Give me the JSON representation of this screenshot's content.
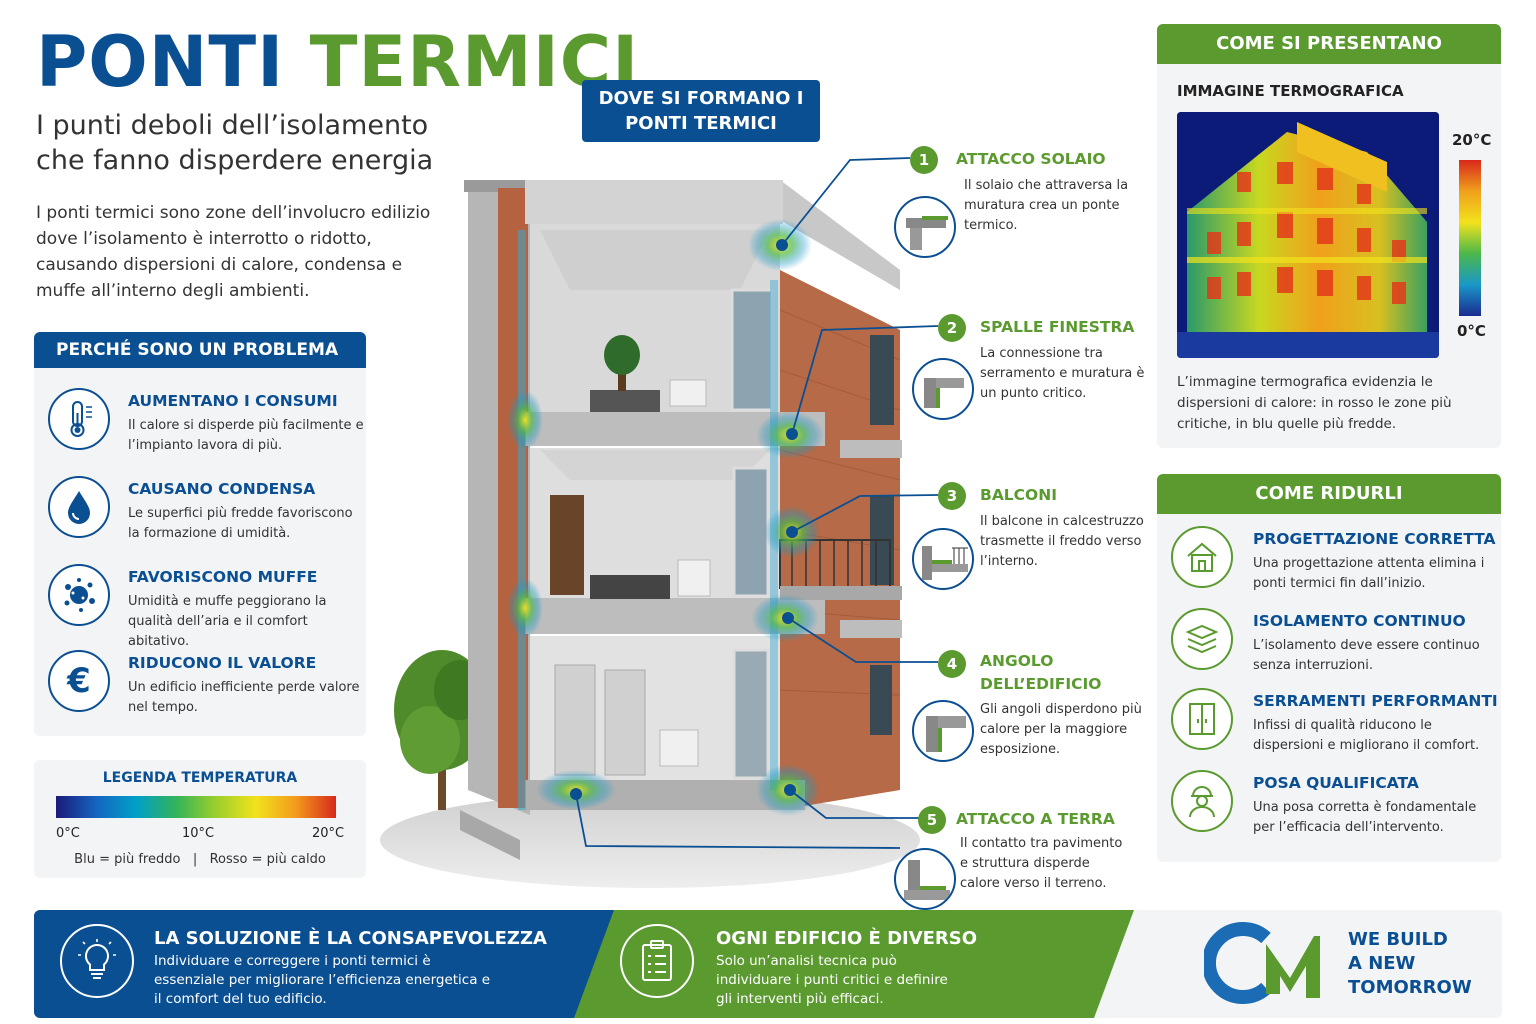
{
  "header": {
    "title_part1": "PONTI",
    "title_part2": "TERMICI",
    "subtitle": "I punti deboli dell’isolamento che fanno disperdere energia",
    "intro": "I ponti termici sono zone dell’involucro edilizio dove l’isolamento è interrotto o ridotto, causando dispersioni di calore, condensa e muffe all’interno degli ambienti."
  },
  "problems": {
    "heading": "PERCHÉ SONO UN PROBLEMA",
    "items": [
      {
        "title": "AUMENTANO I CONSUMI",
        "desc": "Il calore si disperde più facilmente e l’impianto lavora di più.",
        "icon": "thermometer-icon"
      },
      {
        "title": "CAUSANO CONDENSA",
        "desc": "Le superfici più fredde favoriscono la formazione di umidità.",
        "icon": "water-drop-icon"
      },
      {
        "title": "FAVORISCONO MUFFE",
        "desc": "Umidità e muffe peggiorano la qualità dell’aria e il comfort abitativo.",
        "icon": "mold-icon"
      },
      {
        "title": "RIDUCONO IL VALORE",
        "desc": "Un edificio inefficiente perde valore nel tempo.",
        "icon": "euro-icon"
      }
    ]
  },
  "legend": {
    "title": "LEGENDA TEMPERATURA",
    "min": "0°C",
    "mid": "10°C",
    "max": "20°C",
    "note": "Blu = più freddo   |   Rosso = più caldo"
  },
  "center": {
    "heading": "DOVE SI FORMANO I PONTI TERMICI"
  },
  "callouts": [
    {
      "num": "1",
      "title": "ATTACCO SOLAIO",
      "desc": "Il solaio che attraversa la muratura crea un ponte termico."
    },
    {
      "num": "2",
      "title": "SPALLE FINESTRA",
      "desc": "La connessione tra serramento e muratura è un punto critico."
    },
    {
      "num": "3",
      "title": "BALCONI",
      "desc": "Il balcone in calcestruzzo trasmette il freddo verso l’interno."
    },
    {
      "num": "4",
      "title": "ANGOLO DELL’EDIFICIO",
      "desc": "Gli angoli disperdono più calore per la maggiore esposizione."
    },
    {
      "num": "5",
      "title": "ATTACCO A TERRA",
      "desc": "Il contatto tra pavimento e struttura disperde calore verso il terreno."
    }
  ],
  "present": {
    "heading": "COME SI PRESENTANO",
    "sub": "IMMAGINE TERMOGRAFICA",
    "scale_max": "20°C",
    "scale_min": "0°C",
    "desc": "L’immagine termografica evidenzia le dispersioni di calore: in rosso le zone più critiche, in blu quelle più fredde."
  },
  "reduce": {
    "heading": "COME RIDURLI",
    "items": [
      {
        "title": "PROGETTAZIONE CORRETTA",
        "desc": "Una progettazione attenta elimina i ponti termici fin dall’inizio.",
        "icon": "house-icon"
      },
      {
        "title": "ISOLAMENTO CONTINUO",
        "desc": "L’isolamento deve essere continuo senza interruzioni.",
        "icon": "layers-icon"
      },
      {
        "title": "SERRAMENTI PERFORMANTI",
        "desc": "Infissi di qualità riducono le dispersioni e migliorano il comfort.",
        "icon": "window-icon"
      },
      {
        "title": "POSA QUALIFICATA",
        "desc": "Una posa corretta è fondamentale per l’efficacia dell’intervento.",
        "icon": "worker-icon"
      }
    ]
  },
  "footer": {
    "block1_title": "LA SOLUZIONE È LA CONSAPEVOLEZZA",
    "block1_desc": "Individuare e correggere i ponti termici è essenziale per migliorare l’efficienza energetica e il comfort del tuo edificio.",
    "block2_title": "OGNI EDIFICIO È DIVERSO",
    "block2_desc": "Solo un’analisi tecnica può individuare i punti critici e definire gli interventi più efficaci.",
    "slogan_line1": "WE BUILD",
    "slogan_line2": "A NEW",
    "slogan_line3": "TOMORROW"
  },
  "colors": {
    "brand_blue": "#0b4f93",
    "brand_green": "#5b9a2f"
  }
}
